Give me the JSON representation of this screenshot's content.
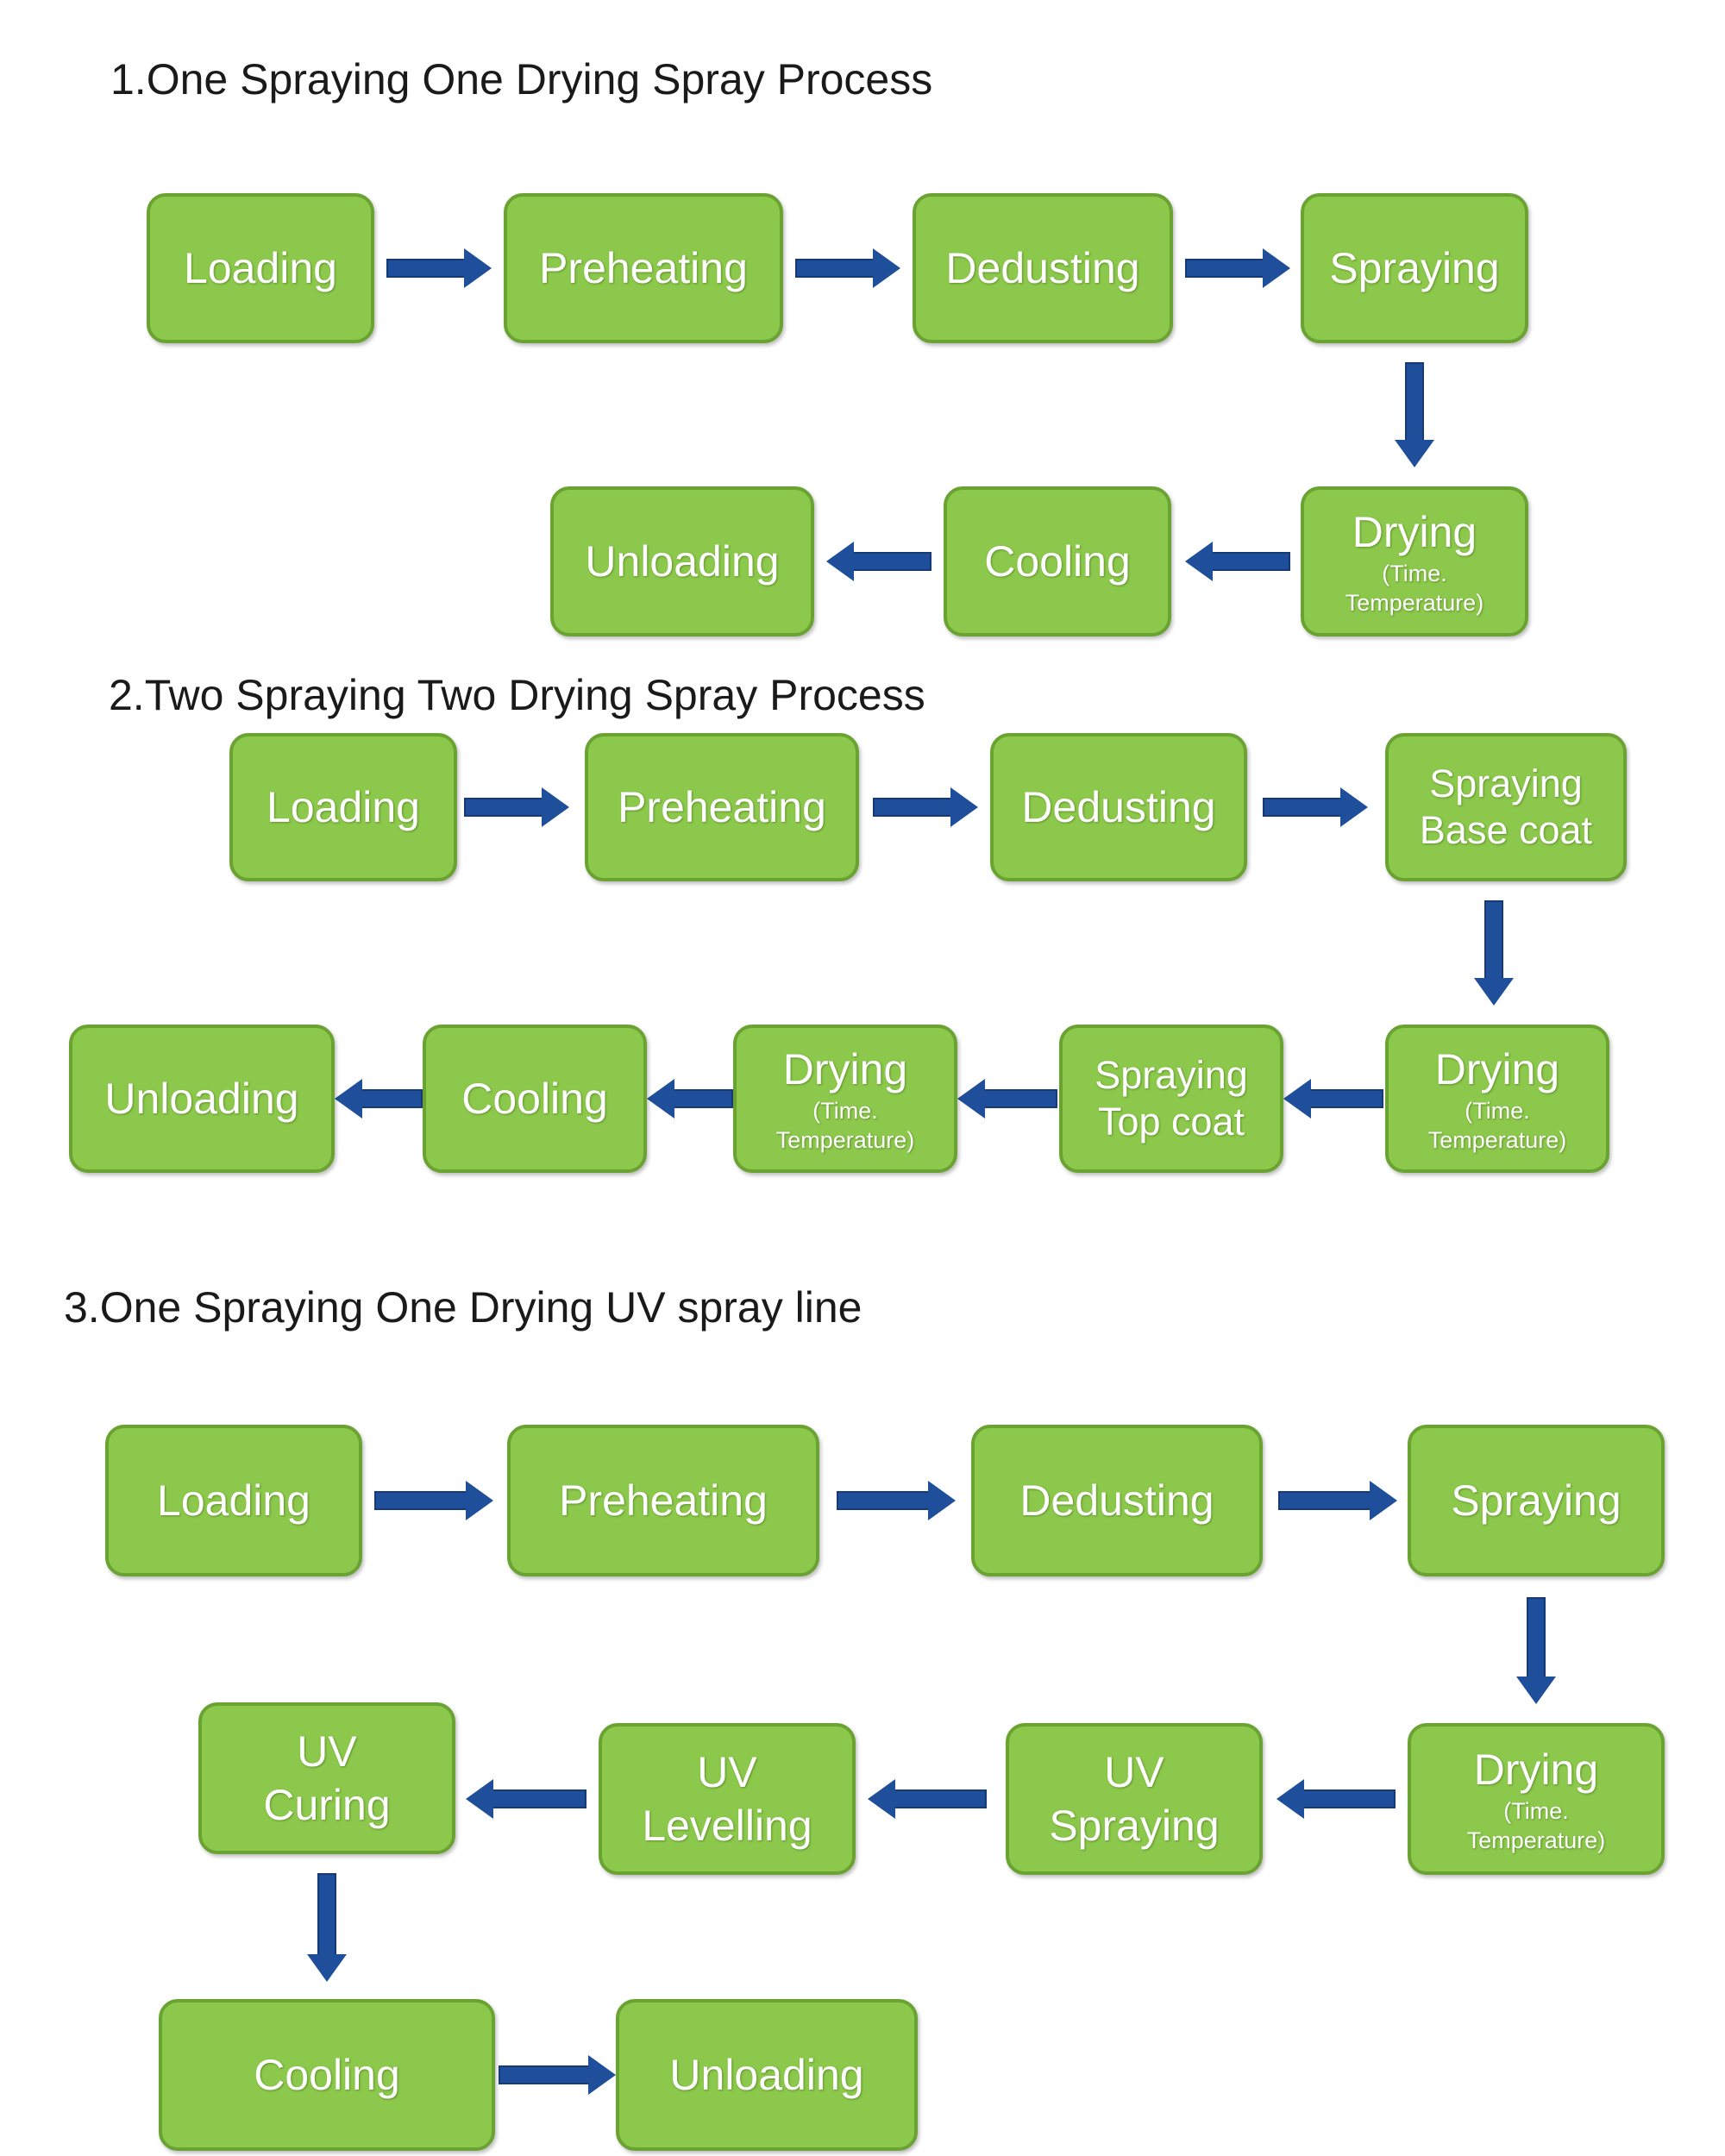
{
  "section1": {
    "title": "1.One Spraying One Drying Spray Process",
    "steps": [
      {
        "label": "Loading"
      },
      {
        "label": "Preheating"
      },
      {
        "label": "Dedusting"
      },
      {
        "label": "Spraying"
      },
      {
        "label": "Drying",
        "sub1": "(Time.",
        "sub2": "Temperature)"
      },
      {
        "label": "Cooling"
      },
      {
        "label": "Unloading"
      }
    ]
  },
  "section2": {
    "title": "2.Two Spraying Two Drying Spray Process",
    "steps": [
      {
        "label": "Loading"
      },
      {
        "label": "Preheating"
      },
      {
        "label": "Dedusting"
      },
      {
        "line1": "Spraying",
        "line2": "Base coat"
      },
      {
        "label": "Drying",
        "sub1": "(Time.",
        "sub2": "Temperature)"
      },
      {
        "line1": "Spraying",
        "line2": "Top coat"
      },
      {
        "label": "Drying",
        "sub1": "(Time.",
        "sub2": "Temperature)"
      },
      {
        "label": "Cooling"
      },
      {
        "label": "Unloading"
      }
    ]
  },
  "section3": {
    "title": "3.One Spraying One Drying UV spray line",
    "steps": [
      {
        "label": "Loading"
      },
      {
        "label": "Preheating"
      },
      {
        "label": "Dedusting"
      },
      {
        "label": "Spraying"
      },
      {
        "label": "Drying",
        "sub1": "(Time.",
        "sub2": "Temperature)"
      },
      {
        "line1": "UV",
        "line2": "Spraying"
      },
      {
        "line1": "UV",
        "line2": "Levelling"
      },
      {
        "line1": "UV",
        "line2": "Curing"
      },
      {
        "label": "Cooling"
      },
      {
        "label": "Unloading"
      }
    ]
  }
}
